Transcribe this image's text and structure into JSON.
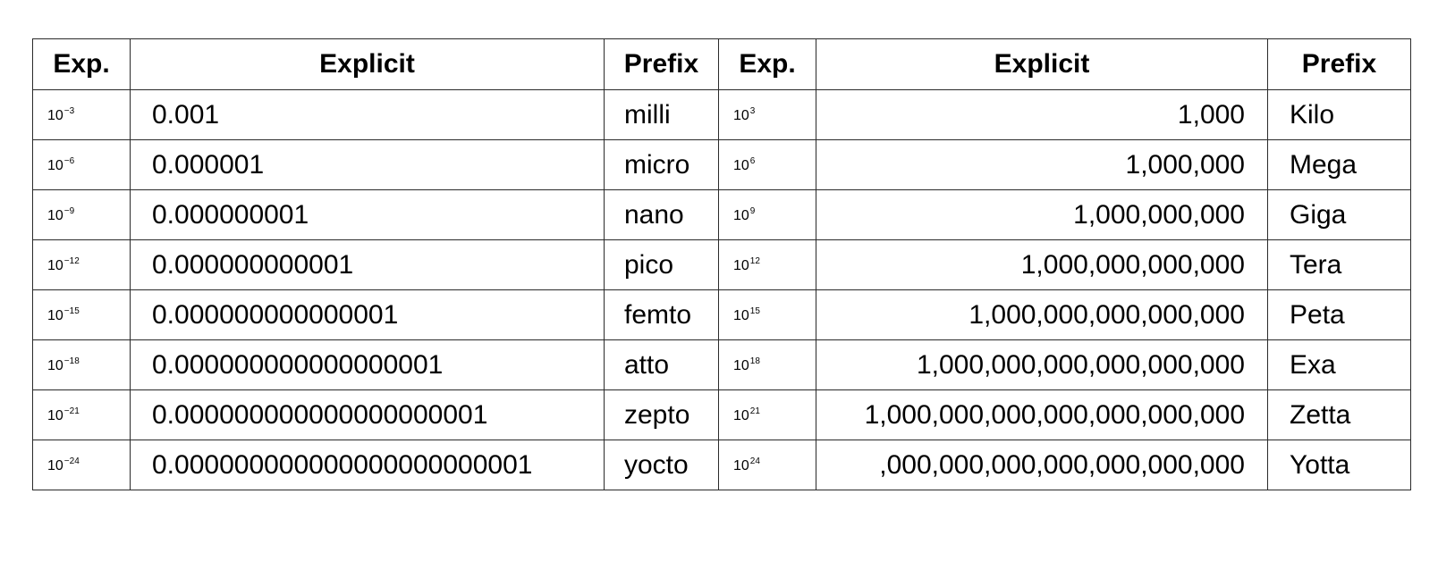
{
  "table": {
    "headers": [
      "Exp.",
      "Explicit",
      "Prefix",
      "Exp.",
      "Explicit",
      "Prefix"
    ],
    "rows": [
      {
        "small_exp": "−3",
        "small_explicit": "0.001",
        "small_prefix": "milli",
        "large_exp": "3",
        "large_explicit": "1,000",
        "large_prefix": "Kilo"
      },
      {
        "small_exp": "−6",
        "small_explicit": "0.000001",
        "small_prefix": "micro",
        "large_exp": "6",
        "large_explicit": "1,000,000",
        "large_prefix": "Mega"
      },
      {
        "small_exp": "−9",
        "small_explicit": "0.000000001",
        "small_prefix": "nano",
        "large_exp": "9",
        "large_explicit": "1,000,000,000",
        "large_prefix": "Giga"
      },
      {
        "small_exp": "−12",
        "small_explicit": "0.000000000001",
        "small_prefix": "pico",
        "large_exp": "12",
        "large_explicit": "1,000,000,000,000",
        "large_prefix": "Tera"
      },
      {
        "small_exp": "−15",
        "small_explicit": "0.000000000000001",
        "small_prefix": "femto",
        "large_exp": "15",
        "large_explicit": "1,000,000,000,000,000",
        "large_prefix": "Peta"
      },
      {
        "small_exp": "−18",
        "small_explicit": "0.000000000000000001",
        "small_prefix": "atto",
        "large_exp": "18",
        "large_explicit": "1,000,000,000,000,000,000",
        "large_prefix": "Exa"
      },
      {
        "small_exp": "−21",
        "small_explicit": "0.000000000000000000001",
        "small_prefix": "zepto",
        "large_exp": "21",
        "large_explicit": "1,000,000,000,000,000,000,000",
        "large_prefix": "Zetta"
      },
      {
        "small_exp": "−24",
        "small_explicit": "0.000000000000000000000001",
        "small_prefix": "yocto",
        "large_exp": "24",
        "large_explicit": ",000,000,000,000,000,000,000",
        "large_prefix": "Yotta"
      }
    ]
  },
  "exp_base": "10"
}
